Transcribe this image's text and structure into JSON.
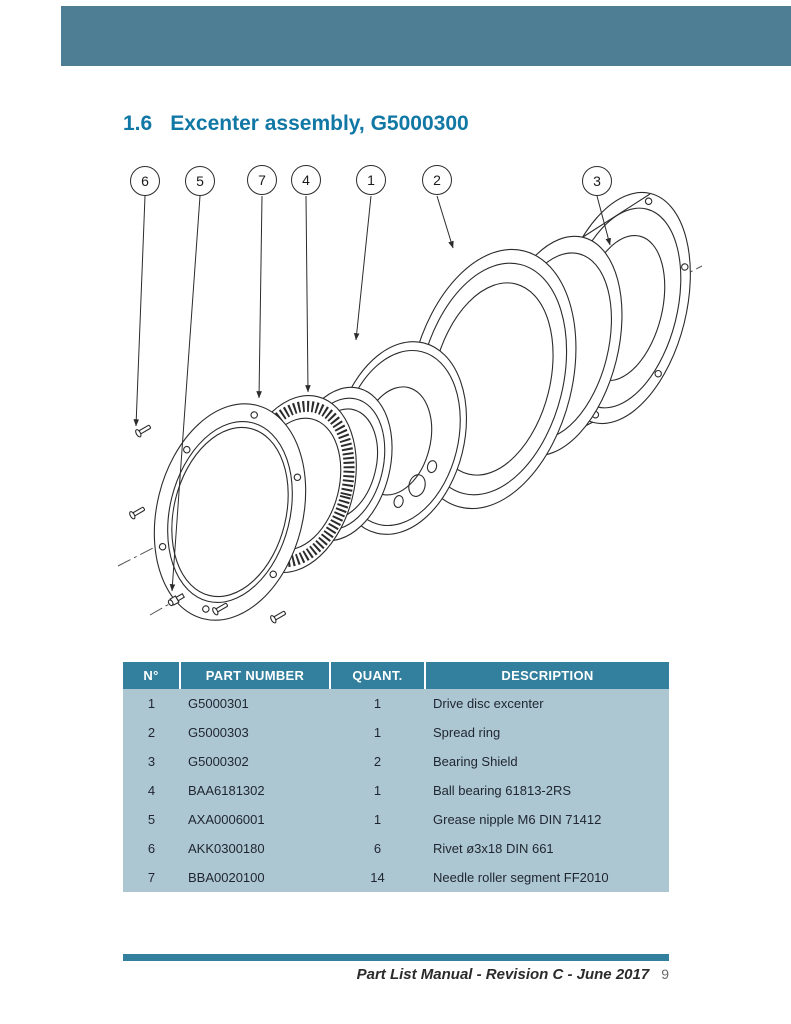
{
  "page": {
    "section_number": "1.6",
    "title": "Excenter assembly, G5000300",
    "footer": {
      "text": "Part List Manual - Revision C - June 2017",
      "page_number": "9"
    }
  },
  "diagram": {
    "callouts": [
      "6",
      "5",
      "7",
      "4",
      "1",
      "2",
      "3"
    ]
  },
  "table": {
    "headers": [
      "N°",
      "PART NUMBER",
      "QUANT.",
      "DESCRIPTION"
    ],
    "rows": [
      {
        "no": "1",
        "part": "G5000301",
        "qty": "1",
        "desc": "Drive disc excenter"
      },
      {
        "no": "2",
        "part": "G5000303",
        "qty": "1",
        "desc": "Spread ring"
      },
      {
        "no": "3",
        "part": "G5000302",
        "qty": "2",
        "desc": "Bearing Shield"
      },
      {
        "no": "4",
        "part": "BAA6181302",
        "qty": "1",
        "desc": "Ball bearing 61813-2RS"
      },
      {
        "no": "5",
        "part": "AXA0006001",
        "qty": "1",
        "desc": "Grease nipple M6 DIN 71412"
      },
      {
        "no": "6",
        "part": "AKK0300180",
        "qty": "6",
        "desc": "Rivet ø3x18 DIN 661"
      },
      {
        "no": "7",
        "part": "BBA0020100",
        "qty": "14",
        "desc": "Needle roller segment FF2010"
      }
    ]
  },
  "colors": {
    "header_bar": "#4e7e93",
    "title_text": "#1177a5",
    "table_header_bg": "#337f9e",
    "table_body_bg": "#adc7d2",
    "footer_rule": "#337f9e"
  }
}
